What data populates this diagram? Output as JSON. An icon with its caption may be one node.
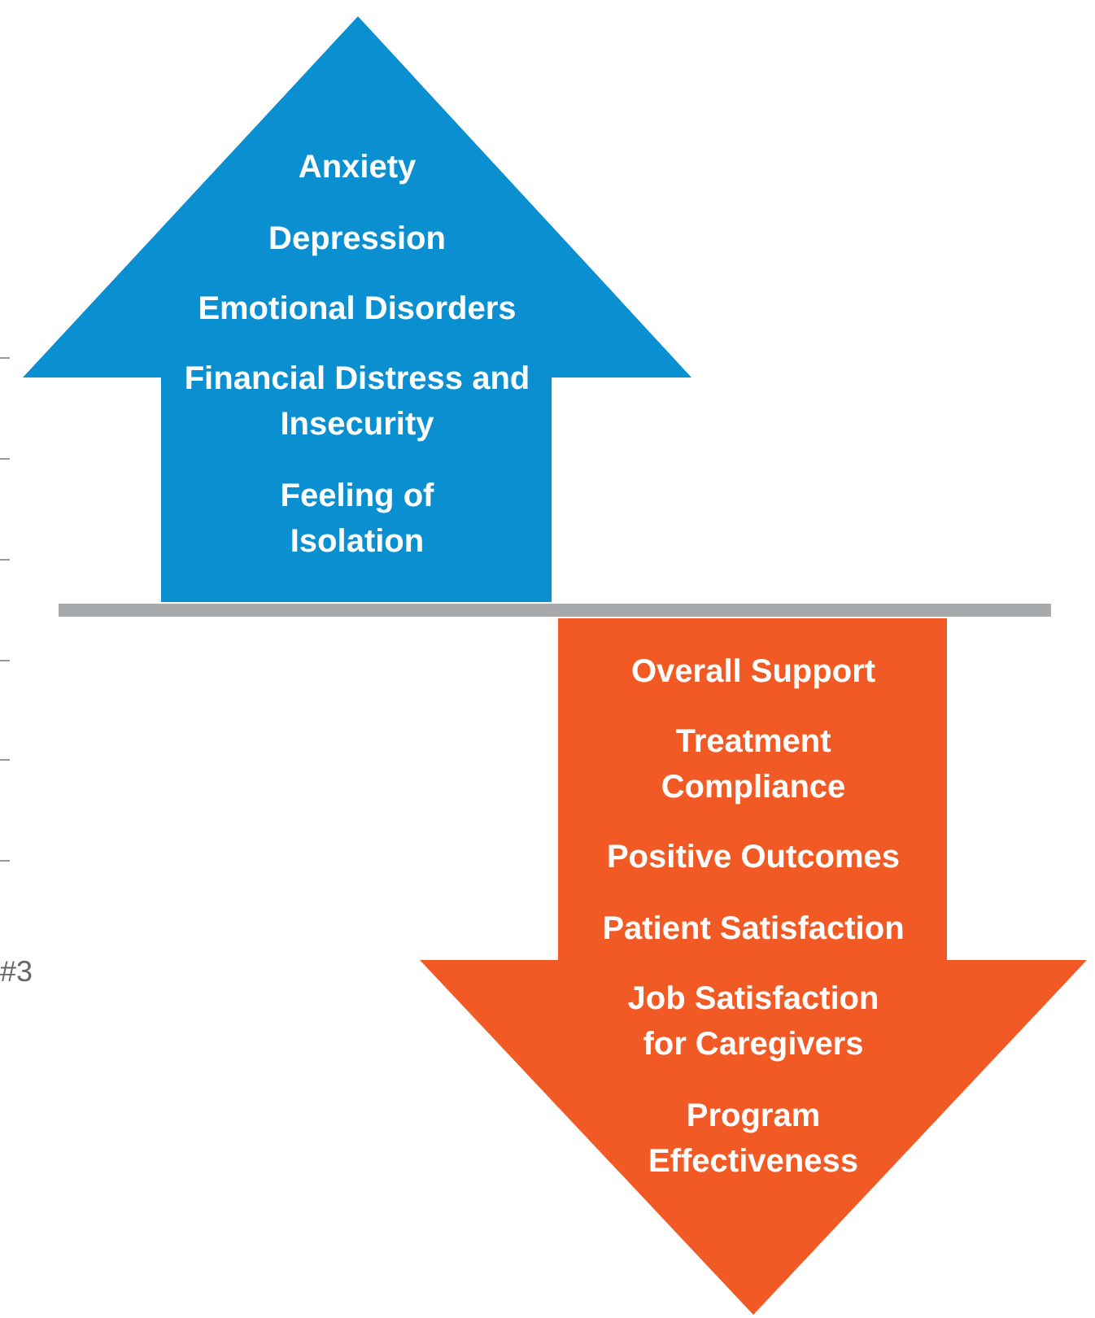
{
  "diagram": {
    "nodes": [
      {
        "text": [
          "Anxiety",
          "Depression",
          "Emotional Disorders",
          "Financial Distress and Insecurity",
          "Feeling of Isolation"
        ]
      },
      {
        "text": [
          "Overall Support",
          "Treatment Compliance",
          "Positive Outcomes",
          "Patient Satisfaction",
          "Job Satisfaction for Caregivers",
          "Program Effectiveness"
        ]
      }
    ],
    "labels": [
      "#3"
    ]
  }
}
